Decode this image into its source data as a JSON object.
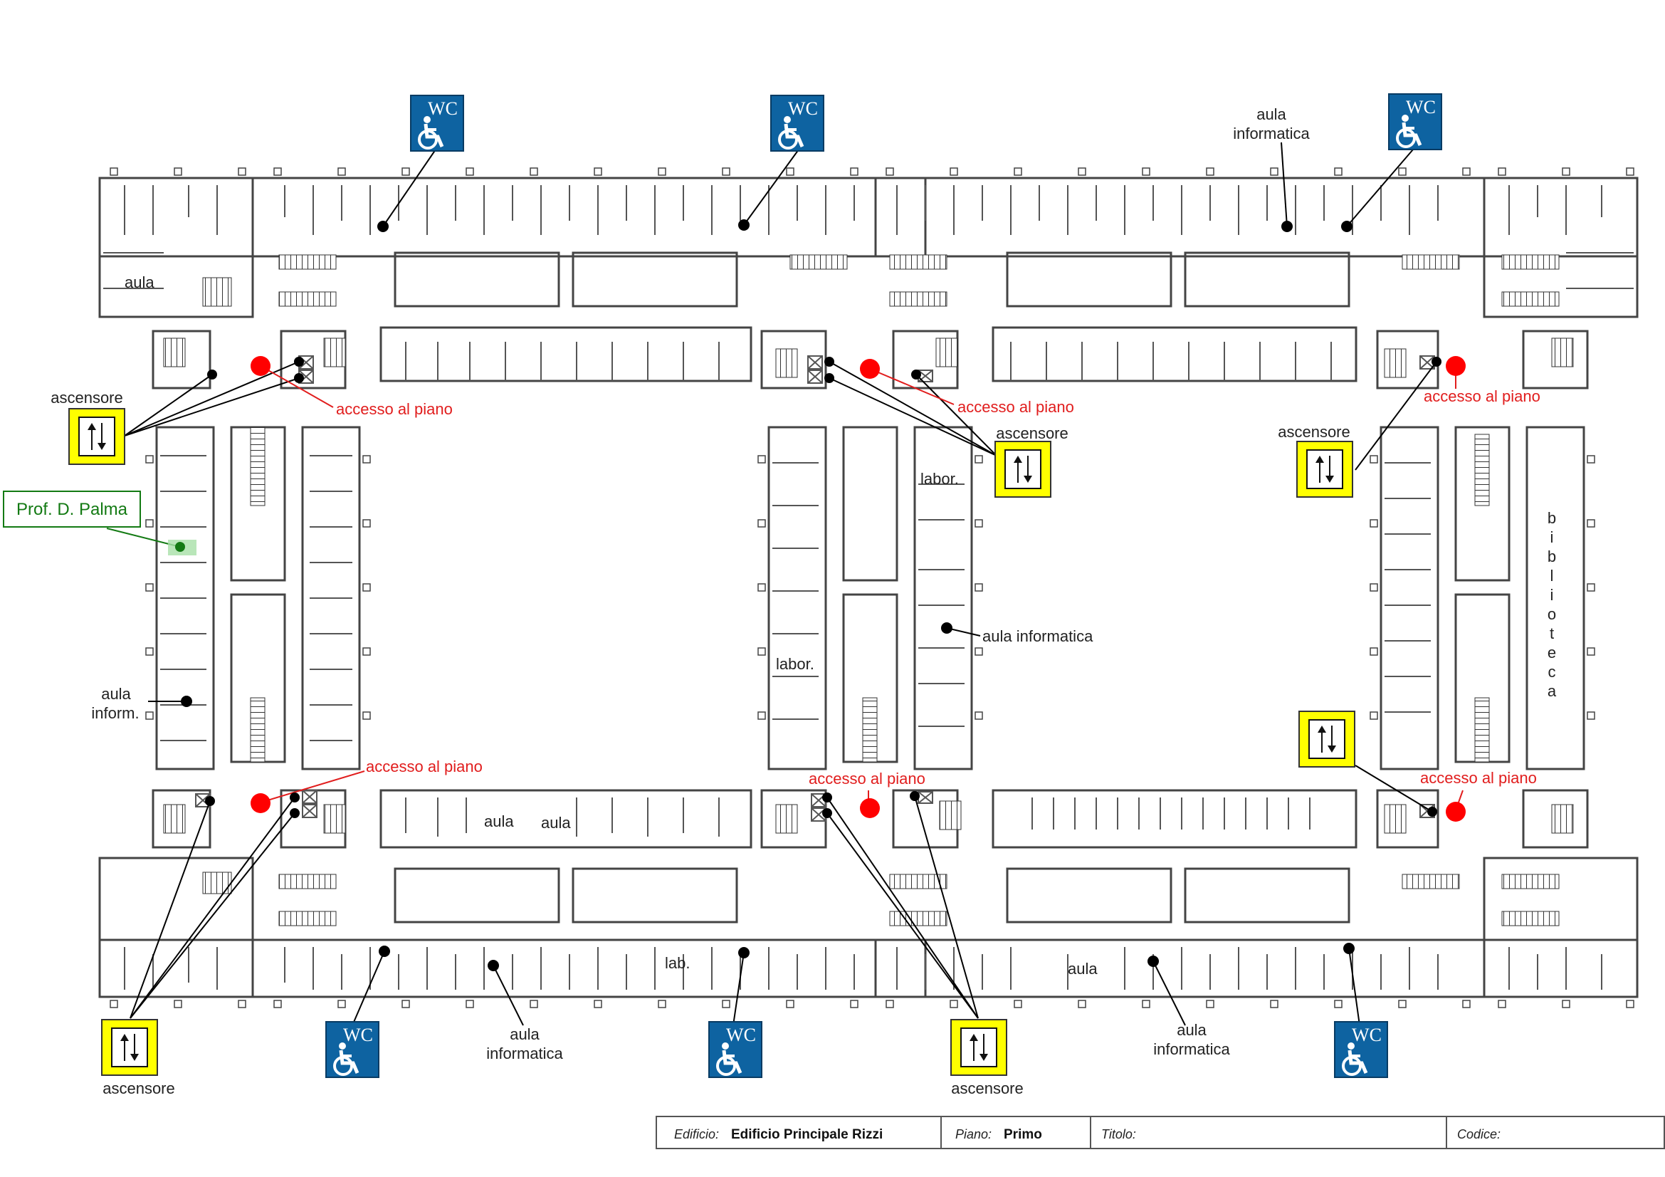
{
  "labels": {
    "aula": "aula",
    "aula_informatica": "aula informatica",
    "aula_word": "aula",
    "informatica_word": "informatica",
    "inform_abbr": "inform.",
    "labor": "labor.",
    "lab": "lab.",
    "ascensore": "ascensore",
    "accesso": "accesso al piano",
    "biblioteca": "biblioteca",
    "prof": "Prof. D. Palma"
  },
  "icons": {
    "wc": "WC",
    "wc_color": "#0e63a1",
    "elevator_color": "#ffff00"
  },
  "colors": {
    "access_point": "#ff0000",
    "access_text": "#e11d1d",
    "highlight": "#137a13"
  },
  "info_bar": {
    "edificio_label": "Edificio:",
    "edificio_value": "Edificio Principale Rizzi",
    "piano_label": "Piano:",
    "piano_value": "Primo",
    "titolo_label": "Titolo:",
    "titolo_value": "",
    "codice_label": "Codice:",
    "codice_value": ""
  }
}
